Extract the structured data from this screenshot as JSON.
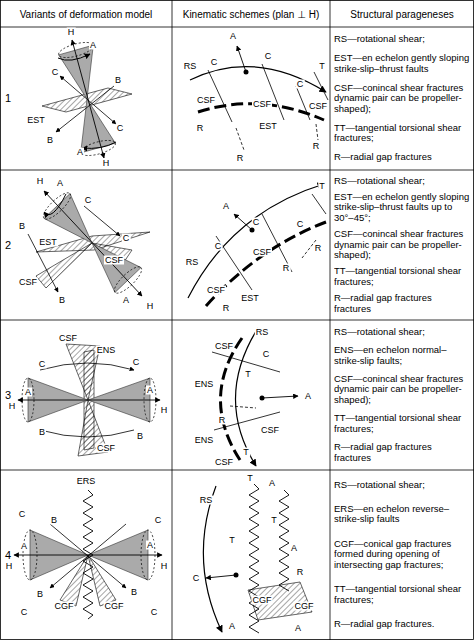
{
  "diagram": {
    "labels": [
      "Variants of deformation model",
      "Kinematic schemes (plan ⊥ H)",
      "Structural parageneses",
      "1",
      "H",
      "A",
      "C",
      "B",
      "EST",
      "C",
      "B",
      "A",
      "H",
      "A",
      "RS",
      "C",
      "C",
      "T",
      "C",
      "CSF",
      "CSF",
      "CSF",
      "EST",
      "R",
      "R",
      "R",
      "RS—rotational shear;",
      "EST—en echelon gently sloping strike-slip–thrust faults",
      "CSF—conincal shear fractures dynamic pair can be propeller-shaped);",
      "TT—tangential torsional shear fractures;",
      "R—radial gap fractures",
      "2",
      "H",
      "A",
      "C",
      "B",
      "EST",
      "C",
      "CSF",
      "CSF",
      "B",
      "A",
      "H",
      "A",
      "T",
      "C",
      "C",
      "R",
      "RS",
      "C",
      "CSF",
      "R",
      "CSF",
      "EST",
      "R",
      "RS—rotational shear;",
      "EST—en echelon gently sloping strike-slip–thrust faults up to 30°–45°;",
      "CSF—conincal shear fractures dynamic pair can be propeller-shaped);",
      "TT—tangential torsional shear fractures;",
      "R—radial gap fractures fractures",
      "3",
      "CSF",
      "ENS",
      "C",
      "C",
      "A",
      "H",
      "A",
      "H",
      "B",
      "CSF",
      "B",
      "RS",
      "CSF",
      "C",
      "T",
      "ENS",
      "A",
      "R",
      "CSF",
      "ENS",
      "T",
      "CSF",
      "RS—rotational shear;",
      "ENS—en echelon normal–strike-slip faults;",
      "CSF—conincal shear fractures dynamic pair can be propeller-shaped);",
      "TT—tangential torsional shear fractures;",
      "R—radial gap fractures fractures",
      "4",
      "ERS",
      "C",
      "B",
      "A",
      "H",
      "C",
      "A",
      "H",
      "CGF",
      "CGF",
      "B",
      "B",
      "C",
      "C",
      "T",
      "A",
      "RS",
      "T",
      "C",
      "T",
      "A",
      "R",
      "CGF",
      "CGF",
      "A",
      "A",
      "RS—rotational shear;",
      "ERS—en echelon reverse–strike-slip faults",
      "CGF—conical gap fractures formed during opening of intersecting gap fractures;",
      "TT—tangential torsional shear fractures;",
      "R—radial gap fractures."
    ]
  }
}
